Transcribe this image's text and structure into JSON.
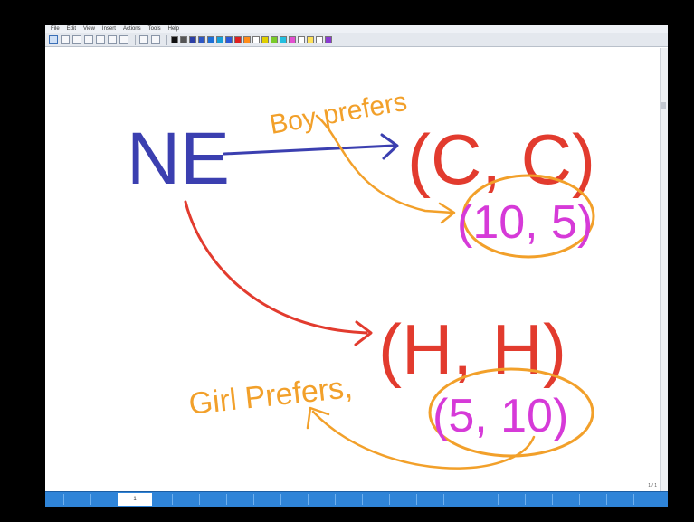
{
  "menu": [
    "File",
    "Edit",
    "View",
    "Insert",
    "Actions",
    "Tools",
    "Help"
  ],
  "toolbar": {
    "pen_colors": [
      "#111111",
      "#555555",
      "#2b3ea6",
      "#2d57c5",
      "#1e6fd8",
      "#16a0d8",
      "#2b58d8",
      "#e02020",
      "#ff8c1a",
      "#ffffff",
      "#e0d000",
      "#7acb2a",
      "#22bfe0",
      "#e24fd0",
      "#ffffff",
      "#ffe25a",
      "#ffffff",
      "#8a3bd1"
    ]
  },
  "ink": {
    "ne": "NE",
    "cc": "(C, C)",
    "hh": "(H, H)",
    "payoff_cc": "(10, 5)",
    "payoff_hh": "(5, 10)",
    "boy_prefers": "Boy prefers",
    "girl_prefers": "Girl Prefers,"
  },
  "colors": {
    "blue_ink": "#3b3fb0",
    "red_ink": "#e23b2e",
    "orange_ink": "#f2a02a",
    "magenta_ink": "#d63ad8",
    "statusbar": "#2f84d8"
  },
  "status": {
    "page_tab": "1",
    "page_indicator": "1 / 1"
  }
}
